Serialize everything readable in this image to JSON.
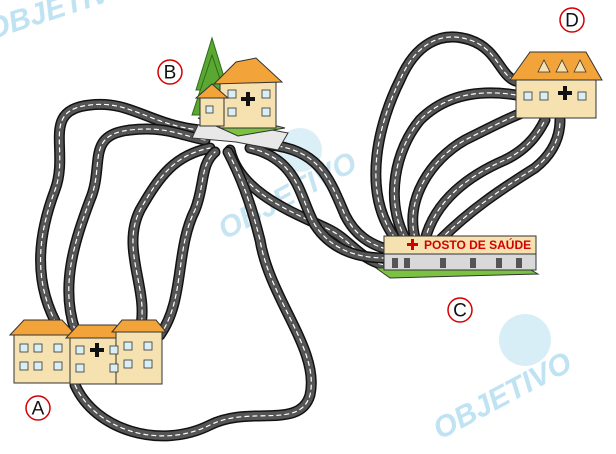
{
  "nodes": {
    "A": {
      "label": "A",
      "caption": "Hospital / clínica"
    },
    "B": {
      "label": "B",
      "caption": "Casa com cruz"
    },
    "C": {
      "label": "C",
      "caption": "POSTO DE SAÚDE"
    },
    "D": {
      "label": "D",
      "caption": "Casa com cruz"
    }
  },
  "sign": {
    "text": "POSTO DE SAÚDE",
    "cross": "+"
  },
  "watermark": {
    "text": "OBJETIVO"
  },
  "colors": {
    "road": "#555555",
    "road_edge": "#111111",
    "road_dash": "#ffffff",
    "watermark": "#bfe3f2",
    "sign_red": "#d40000",
    "roof": "#f2a33a",
    "wall": "#f5e2b0",
    "grass": "#7cc242",
    "tree": "#5aa832"
  },
  "edges": [
    {
      "from": "A",
      "to": "B",
      "count": 4
    },
    {
      "from": "B",
      "to": "C",
      "count": 3
    },
    {
      "from": "A",
      "to": "C",
      "count": 1
    },
    {
      "from": "C",
      "to": "D",
      "count": 5
    }
  ]
}
